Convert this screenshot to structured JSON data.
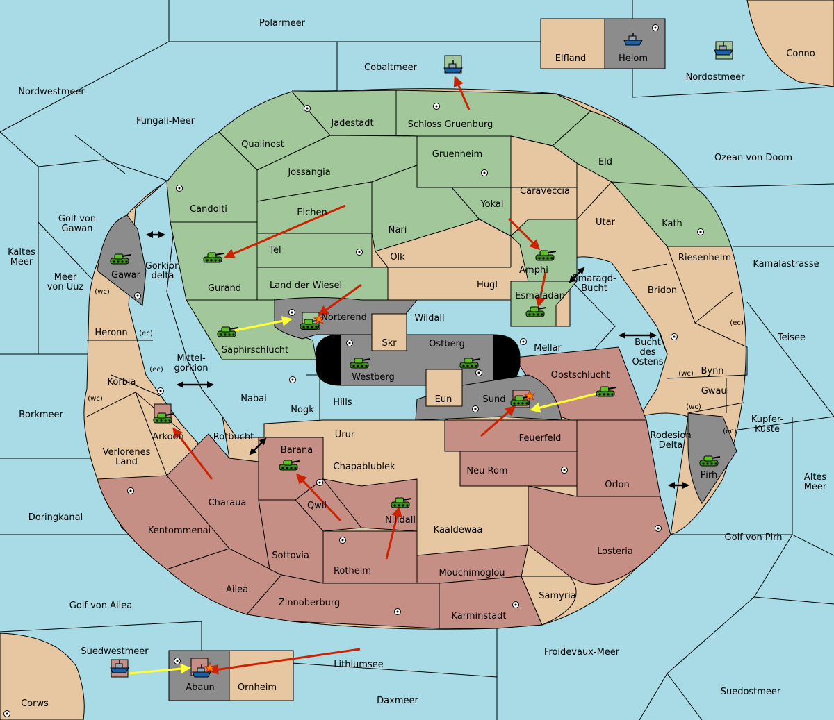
{
  "map": {
    "colors": {
      "sea": "#a9dbe6",
      "power_green": "#a2c79b",
      "neutral_tan": "#e6c7a2",
      "power_red": "#c68f86",
      "impassable_grey": "#8c8c8c",
      "impassable_black": "#000000",
      "move_order": "#cc2200",
      "support_order": "#ffff33"
    },
    "labels": {
      "polarmeer": "Polarmeer",
      "cobaltmeer": "Cobaltmeer",
      "elfland": "Elfland",
      "helom": "Helom",
      "nordostmeer": "Nordostmeer",
      "conno": "Conno",
      "nordwestmeer": "Nordwestmeer",
      "fungali": "Fungali-Meer",
      "jadestadt": "Jadestadt",
      "schloss": "Schloss Gruenburg",
      "qualinost": "Qualinost",
      "gruenheim": "Gruenheim",
      "eld": "Eld",
      "ozean": "Ozean von Doom",
      "jossangia": "Jossangia",
      "caraveccia": "Caraveccia",
      "candolti": "Candolti",
      "elchen": "Elchen",
      "yokai": "Yokai",
      "utar": "Utar",
      "kath": "Kath",
      "golfgawan": [
        "Golf von",
        "Gawan"
      ],
      "nari": "Nari",
      "kaltes": [
        "Kaltes",
        "Meer"
      ],
      "tel": "Tel",
      "olk": "Olk",
      "amphi": "Amphi",
      "riesenheim": "Riesenheim",
      "kamala": "Kamalastrasse",
      "gawar": "Gawar",
      "gorkiondelta": [
        "Gorkion",
        "delta"
      ],
      "meeruuz": [
        "Meer",
        "von Uuz"
      ],
      "gurand": "Gurand",
      "landwiesel": "Land der Wiesel",
      "hugl": "Hugl",
      "smaragd": [
        "Smaragd-",
        "Bucht"
      ],
      "bridon": "Bridon",
      "esmaladan": "Esmaladan",
      "norterend": "Norterend",
      "heronn": "Heronn",
      "wildall": "Wildall",
      "teisee": "Teisee",
      "saphir": "Saphirschlucht",
      "skr": "Skr",
      "ostberg": "Ostberg",
      "mellar": "Mellar",
      "buchtostens": [
        "Bucht",
        "des",
        "Ostens"
      ],
      "mittelgorkion": [
        "Mittel-",
        "gorkion"
      ],
      "korbia": "Korbia",
      "westberg": "Westberg",
      "obstschlucht": "Obstschlucht",
      "bynn": "Bynn",
      "nabai": "Nabai",
      "hills": "Hills",
      "eun": "Eun",
      "sund": "Sund",
      "gwaul": "Gwaul",
      "borkmeer": "Borkmeer",
      "nogk": "Nogk",
      "kupfer": [
        "Kupfer-",
        "Küste"
      ],
      "arkoon": "Arkoon",
      "rotbucht": "Rotbucht",
      "urur": "Urur",
      "feuerfeld": "Feuerfeld",
      "rodesion": [
        "Rodesion",
        "Delta"
      ],
      "verlorenes": [
        "Verlorenes",
        "Land"
      ],
      "barana": "Barana",
      "chapa": "Chapablublek",
      "neurom": "Neu Rom",
      "pirh": "Pirh",
      "orlon": "Orlon",
      "altes": [
        "Altes",
        "Meer"
      ],
      "charaua": "Charaua",
      "qwil": "Qwil",
      "doringkanal": "Doringkanal",
      "nilldall": "Nilldall",
      "kaaldewaa": "Kaaldewaa",
      "kentommenai": "Kentommenai",
      "golfpirh": "Golf von Pirh",
      "sottovia": "Sottovia",
      "rotheim": "Rotheim",
      "mouchi": "Mouchimoglou",
      "losteria": "Losteria",
      "ailea": "Ailea",
      "samyria": "Samyria",
      "golfailea": "Golf von Ailea",
      "zinnober": "Zinnoberburg",
      "karmin": "Karminstadt",
      "suedwest": "Suedwestmeer",
      "froidevaux": "Froidevaux-Meer",
      "lithium": "Lithiumsee",
      "abaun": "Abaun",
      "ornheim": "Ornheim",
      "suedost": "Suedostmeer",
      "corws": "Corws",
      "daxmeer": "Daxmeer",
      "wc": "(wc)",
      "ec": "(ec)"
    }
  }
}
